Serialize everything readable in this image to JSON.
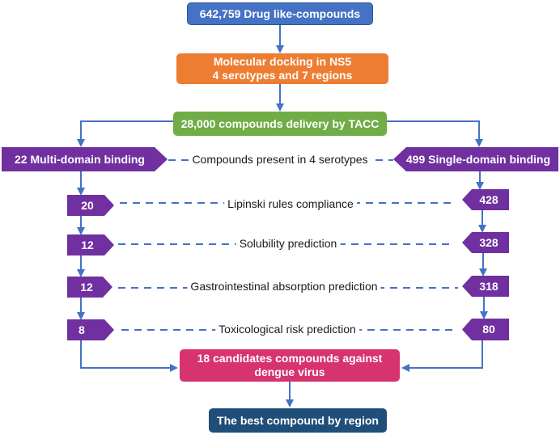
{
  "nodes": {
    "drug_like": "642,759  Drug like-compounds",
    "docking_line1": "Molecular docking in NS5",
    "docking_line2": "4 serotypes and 7 regions",
    "tacc": "28,000 compounds delivery by TACC",
    "multi_domain": "22 Multi-domain binding",
    "single_domain": "499 Single-domain binding",
    "candidates_line1": "18 candidates compounds against",
    "candidates_line2": "dengue virus",
    "best": "The best compound by region"
  },
  "criteria": [
    {
      "label": "Compounds present in 4 serotypes"
    },
    {
      "label": "Lipinski rules compliance",
      "multi": "20",
      "single": "428"
    },
    {
      "label": "Solubility prediction",
      "multi": "12",
      "single": "328"
    },
    {
      "label": "Gastrointestinal absorption prediction",
      "multi": "12",
      "single": "318"
    },
    {
      "label": "Toxicological risk prediction",
      "multi": "8",
      "single": "80"
    }
  ],
  "colors": {
    "arrow": "#4472c4",
    "dash": "#4472c4",
    "top_box": "#4472c4",
    "docking_box": "#ed7d31",
    "tacc_box": "#70ad47",
    "purple_tags": "#7030a0",
    "candidates_box": "#d6336f",
    "best_box": "#1f4e79"
  }
}
